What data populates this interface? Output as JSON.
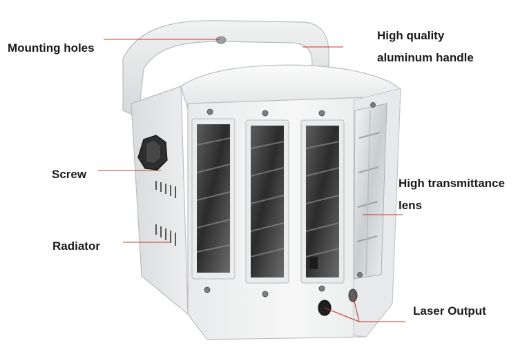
{
  "callouts": {
    "mounting_holes": "Mounting holes",
    "handle_line1": "High quality",
    "handle_line2": "aluminum handle",
    "screw": "Screw",
    "lens_line1": "High transmittance",
    "lens_line2": "lens",
    "radiator": "Radiator",
    "laser_output": "Laser Output"
  },
  "colors": {
    "callout_line": "#c0392b",
    "label_text": "#1a1a1a",
    "body": "#f2f3f3",
    "lens": "#3a3a3a"
  }
}
